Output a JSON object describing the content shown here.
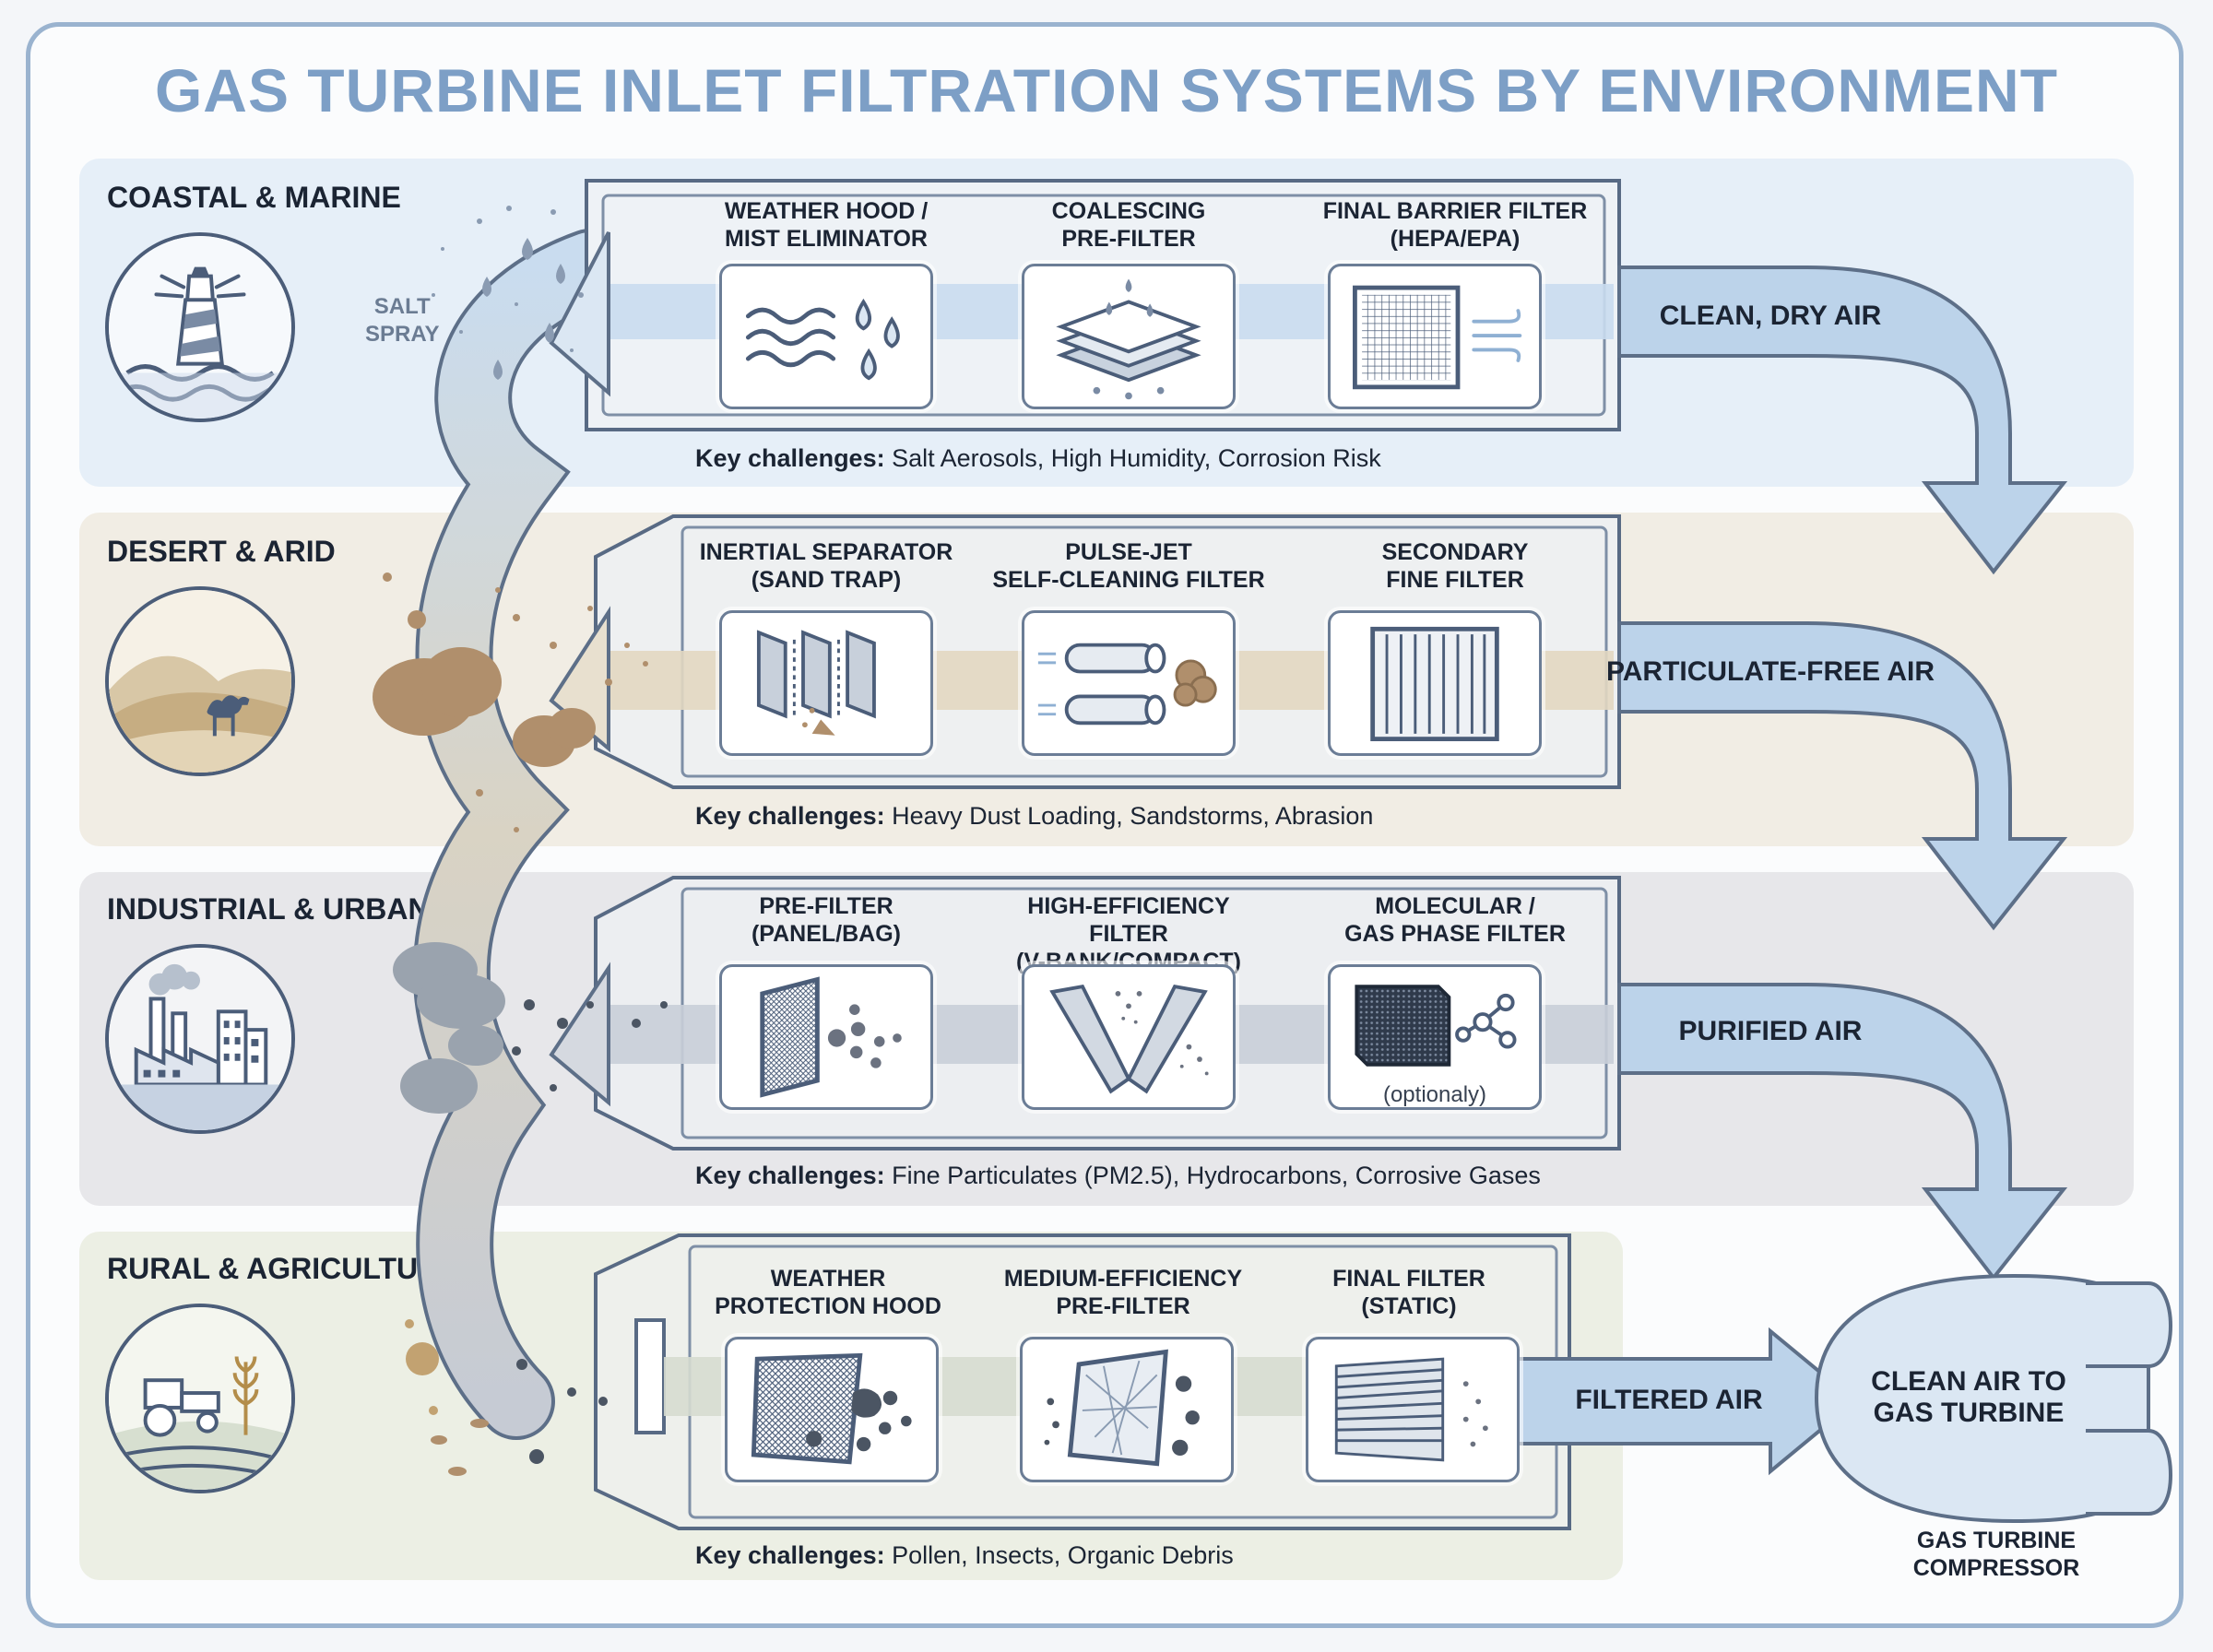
{
  "title": "GAS TURBINE INLET FILTRATION SYSTEMS BY ENVIRONMENT",
  "challenge_prefix": "Key challenges:",
  "colors": {
    "title": "#7d9fc6",
    "coastal_band": "#e6eff8",
    "desert_band": "#f1ede4",
    "industrial_band": "#e7e7ea",
    "rural_band": "#ecefe4",
    "flow_arrow": "#bcd3ea",
    "outline": "#586a84"
  },
  "environments": [
    {
      "name": "COASTAL & MARINE",
      "icon": "lighthouse-icon",
      "annotation": [
        "SALT",
        "SPRAY"
      ],
      "stages": [
        {
          "label": [
            "WEATHER HOOD /",
            "MIST ELIMINATOR"
          ],
          "icon": "mist-eliminator-icon"
        },
        {
          "label": [
            "COALESCING",
            "PRE-FILTER"
          ],
          "icon": "coalescing-filter-icon"
        },
        {
          "label": [
            "FINAL BARRIER FILTER",
            "(HEPA/EPA)"
          ],
          "icon": "hepa-filter-icon"
        }
      ],
      "output": "CLEAN, DRY AIR",
      "challenges": "Salt Aerosols, High Humidity, Corrosion Risk"
    },
    {
      "name": "DESERT & ARID",
      "icon": "desert-camel-icon",
      "stages": [
        {
          "label": [
            "INERTIAL SEPARATOR",
            "(SAND TRAP)"
          ],
          "icon": "inertial-separator-icon"
        },
        {
          "label": [
            "PULSE-JET",
            "SELF-CLEANING FILTER"
          ],
          "icon": "pulse-jet-filter-icon"
        },
        {
          "label": [
            "SECONDARY",
            "FINE FILTER"
          ],
          "icon": "fine-filter-icon"
        }
      ],
      "output": "PARTICULATE-FREE AIR",
      "challenges": "Heavy Dust Loading, Sandstorms, Abrasion"
    },
    {
      "name": "INDUSTRIAL & URBAN",
      "icon": "factory-city-icon",
      "stages": [
        {
          "label": [
            "PRE-FILTER",
            "(PANEL/BAG)"
          ],
          "icon": "panel-filter-icon"
        },
        {
          "label": [
            "HIGH-EFFICIENCY FILTER",
            "(V-BANK/COMPACT)"
          ],
          "icon": "v-bank-filter-icon"
        },
        {
          "label": [
            "MOLECULAR /",
            "GAS PHASE FILTER"
          ],
          "icon": "molecular-filter-icon",
          "note": "(optionaly)"
        }
      ],
      "output": "PURIFIED AIR",
      "challenges": "Fine Particulates (PM2.5), Hydrocarbons, Corrosive Gases"
    },
    {
      "name": "RURAL & AGRICULTURAL",
      "icon": "tractor-wheat-icon",
      "stages": [
        {
          "label": [
            "WEATHER",
            "PROTECTION HOOD"
          ],
          "icon": "weather-hood-icon"
        },
        {
          "label": [
            "MEDIUM-EFFICIENCY",
            "PRE-FILTER"
          ],
          "icon": "medium-filter-icon"
        },
        {
          "label": [
            "FINAL FILTER",
            "(STATIC)"
          ],
          "icon": "static-filter-icon"
        }
      ],
      "output": "FILTERED AIR",
      "challenges": "Pollen, Insects, Organic Debris"
    }
  ],
  "turbine": {
    "label": [
      "CLEAN AIR TO",
      "GAS TURBINE"
    ],
    "caption": [
      "GAS TURBINE",
      "COMPRESSOR"
    ]
  }
}
